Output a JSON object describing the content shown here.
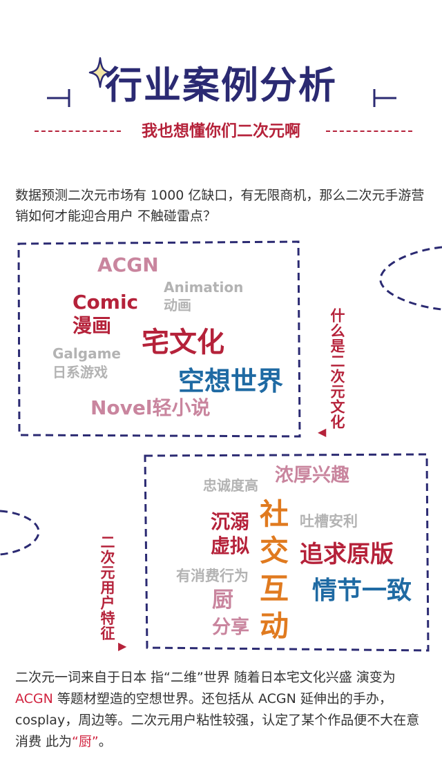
{
  "header": {
    "title": "行业案例分析",
    "subtitle": "我也想懂你们二次元啊"
  },
  "intro": "数据预测二次元市场有 1000 亿缺口，有无限商机，那么二次元手游营销如何才能迎合用户 不触碰雷点？",
  "culture_box": {
    "side_label": "什么是二次元文化",
    "words": {
      "acgn": "ACGN",
      "animation_en": "Animation",
      "animation_cn": "动画",
      "comic_en": "Comic",
      "comic_cn": "漫画",
      "otaku": "宅文化",
      "galgame_en": "Galgame",
      "galgame_cn": "日系游戏",
      "fantasy": "空想世界",
      "novel": "Novel轻小说"
    }
  },
  "user_box": {
    "side_label": "二次元用户特征",
    "words": {
      "loyal": "忠诚度高",
      "strong_interest": "浓厚兴趣",
      "social_1": "社",
      "social_2": "交",
      "social_3": "互",
      "social_4": "动",
      "immerse_1": "沉溺",
      "immerse_2": "虚拟",
      "rant": "吐槽安利",
      "original": "追求原版",
      "spending": "有消费行为",
      "chu": "厨",
      "share": "分享",
      "plot": "情节一致"
    }
  },
  "summary": {
    "part1": "二次元一词来自于日本 指“二维”世界 随着日本宅文化兴盛 演变为 ",
    "acgn": "ACGN",
    "part2": " 等题材塑造的空想世界。还包括从 ACGN 延伸出的手办，cosplay，周边等。二次元用户粘性较强，认定了某个作品便不大在意消费 此为",
    "chu": "“厨”",
    "part3": "。"
  },
  "colors": {
    "navy": "#2b2a72",
    "crimson": "#b5223a",
    "pink": "#c9859e",
    "gray": "#b3b3b3",
    "blue": "#1f6aa3",
    "orange": "#e07a1f"
  }
}
